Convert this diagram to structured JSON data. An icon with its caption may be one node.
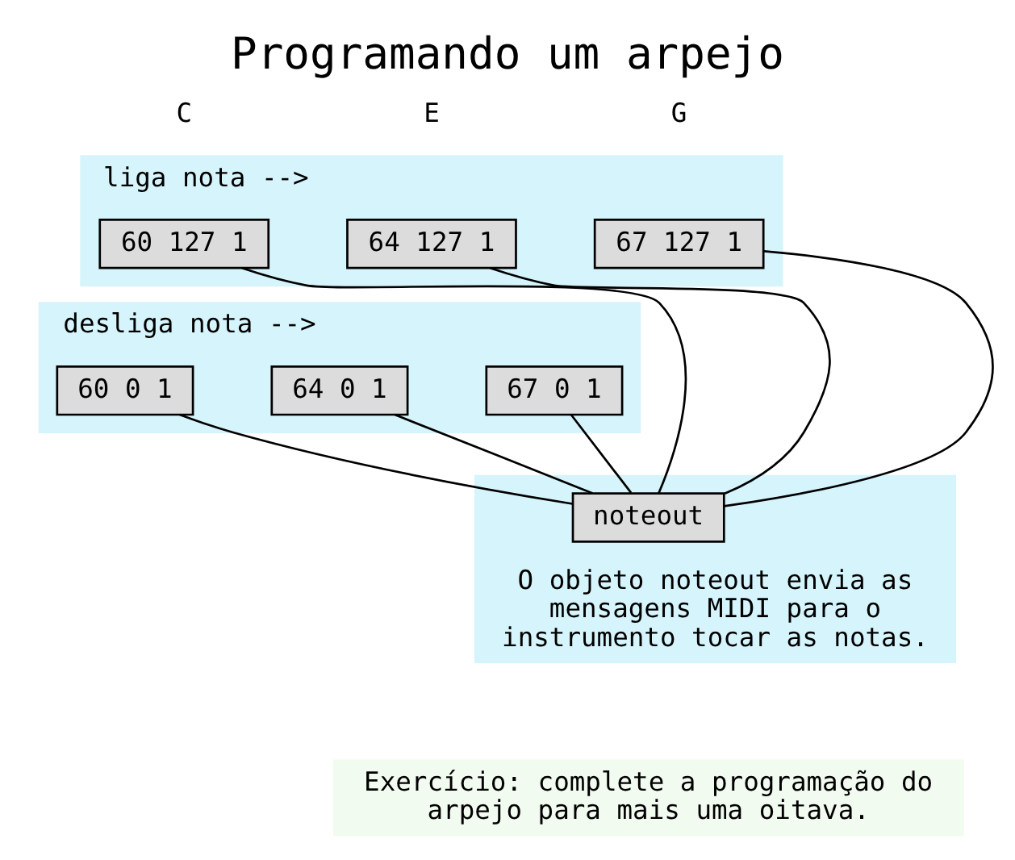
{
  "diagram": {
    "title": "Programando um arpejo",
    "nodes": [
      {
        "text": [
          "liga nota -->"
        ]
      },
      {
        "text": [
          "60 127 1"
        ],
        "in": 0
      },
      {
        "text": [
          "64 127 1"
        ],
        "in": 0
      },
      {
        "text": [
          "67 127 1"
        ],
        "in": 0
      },
      {
        "text": [
          "desliga nota -->"
        ]
      },
      {
        "text": [
          "60 0 1"
        ],
        "in": 4
      },
      {
        "text": [
          "64 0 1"
        ],
        "in": 4
      },
      {
        "text": [
          "67 0 1"
        ],
        "in": 4
      },
      {
        "text": [
          "O objeto noteout envia as mensagens MIDI para o instrumento tocar as notas."
        ]
      },
      {
        "text": [
          "noteout"
        ],
        "in": 8
      },
      {
        "text": [
          "Exercício: complete a programação do arpejo para mais uma oitava."
        ]
      }
    ],
    "edges": [
      {
        "from": 1,
        "to": 9,
        "arrow": "none"
      },
      {
        "from": 5,
        "to": 9,
        "arrow": "none"
      },
      {
        "from": 2,
        "to": 9,
        "arrow": "none"
      },
      {
        "from": 6,
        "to": 9,
        "arrow": "none"
      },
      {
        "from": 3,
        "to": 9,
        "arrow": "none"
      },
      {
        "from": 7,
        "to": 9,
        "arrow": "none"
      }
    ],
    "labels": [
      "C",
      "E",
      "G"
    ]
  }
}
